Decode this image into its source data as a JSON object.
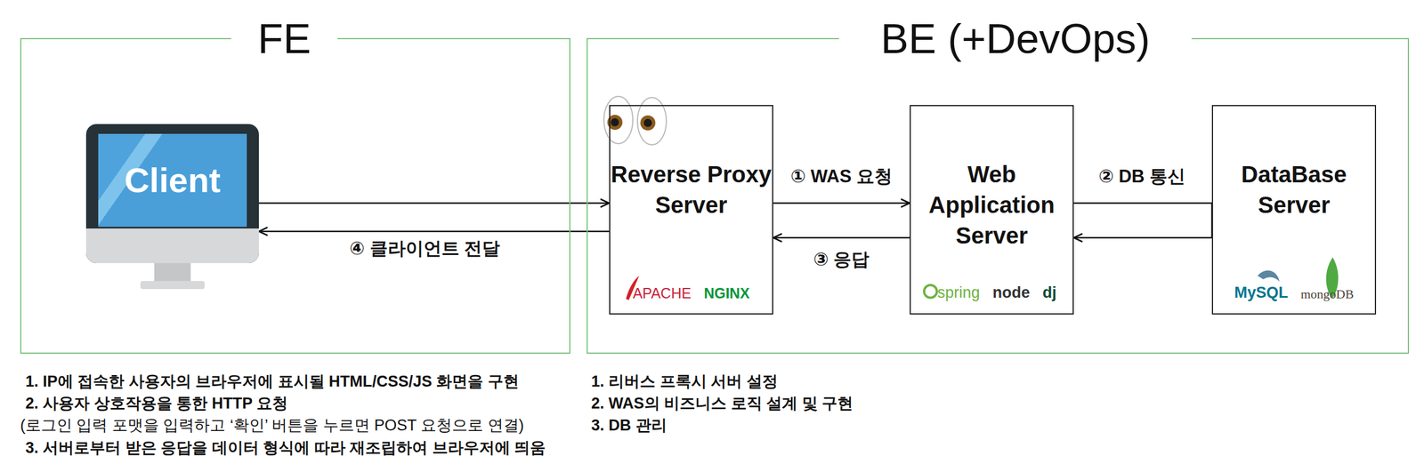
{
  "diagram": {
    "nodes": [
      {
        "text": [
          "FE"
        ]
      },
      {
        "text": [
          "BE (+DevOps)"
        ]
      },
      {
        "text": [
          "Client"
        ],
        "in": 0
      },
      {
        "text": [
          "Reverse Proxy Server",
          "APACHE",
          "NGINX"
        ],
        "in": 1
      },
      {
        "text": [
          "Web Application Server",
          "spring",
          "node",
          "dj"
        ],
        "in": 1
      },
      {
        "text": [
          "DataBase Server",
          "MySQL",
          "mongoDB"
        ],
        "in": 1
      }
    ],
    "edges": [
      {
        "from": 2,
        "to": 3,
        "arrow": "to"
      },
      {
        "from": 3,
        "to": 2,
        "label": "④ 클라이언트 전달",
        "arrow": "to"
      },
      {
        "from": 3,
        "to": 4,
        "label": "① WAS 요청",
        "arrow": "to"
      },
      {
        "from": 4,
        "to": 3,
        "label": "③ 응답",
        "arrow": "to"
      },
      {
        "from": 5,
        "to": 4,
        "label": "② DB 통신",
        "arrow": "to"
      }
    ],
    "labels": [
      "1. IP에 접속한 사용자의 브라우저에 표시될 HTML/CSS/JS 화면을 구현",
      "2. 사용자 상호작용을 통한 HTTP 요청",
      "(로그인 입력 포맷을 입력하고 ‘확인’ 버튼을 누르면 POST 요청으로 연결)",
      "3. 서버로부터 받은 응답을 데이터 형식에 따라 재조립하여 브라우저에 띄움",
      "1. 리버스 프록시 서버 설정",
      "2. WAS의 비즈니스 로직 설계 및 구현",
      "3. DB 관리"
    ]
  }
}
